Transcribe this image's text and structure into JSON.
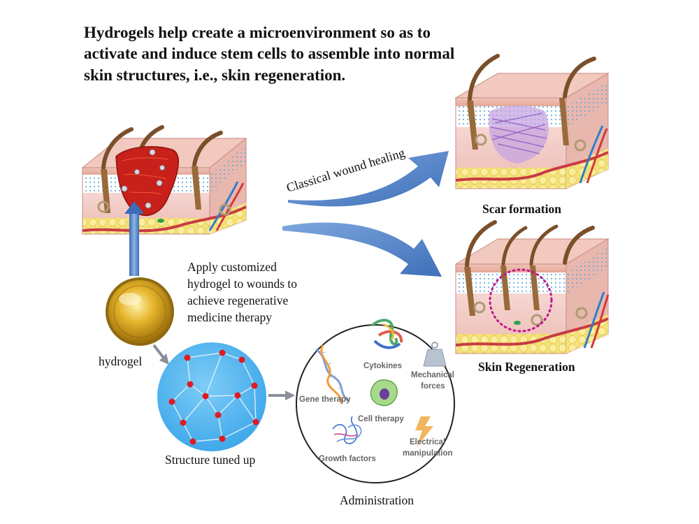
{
  "title": {
    "lines": [
      "Hydrogels help create a microenvironment so as to",
      "activate and induce  stem cells to assemble into normal",
      "skin structures, i.e., skin regeneration."
    ]
  },
  "paths": {
    "classical_label": "Classical wound healing"
  },
  "outcomes": {
    "scar_label": "Scar formation",
    "regeneration_label": "Skin Regeneration"
  },
  "application": {
    "lines": [
      "Apply customized",
      "hydrogel to wounds to",
      "achieve regenerative",
      "medicine therapy"
    ]
  },
  "hydrogel": {
    "label": "hydrogel",
    "structure_label": "Structure tuned up"
  },
  "administration": {
    "label": "Administration",
    "items": {
      "cytokines": "Cytokines",
      "mechanical": [
        "Mechanical",
        "forces"
      ],
      "gene": "Gene therapy",
      "cell": "Cell therapy",
      "electrical": [
        "Electrical",
        "manipulation"
      ],
      "growth": "Growth factors"
    }
  },
  "colors": {
    "arrow_blue": "#4f7fc6",
    "hydrogel_gold": "#d4a21a",
    "network_blue": "#54b6ef",
    "node_red": "#e01a22",
    "wound_red": "#c8201a",
    "scar_purple": "#a47ad0",
    "regen_marker": "#c0168a"
  }
}
